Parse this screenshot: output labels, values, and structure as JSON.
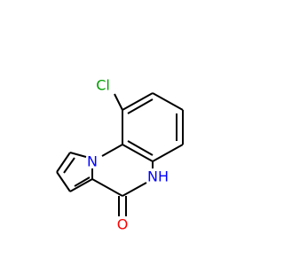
{
  "molecule": {
    "atoms": {
      "chlorine": {
        "symbol": "Cl",
        "color": "#00a000"
      },
      "ring_nitrogen": {
        "symbol": "N",
        "color": "#0000ff"
      },
      "amide_nh": {
        "symbol": "N",
        "h_symbol": "H",
        "color": "#0000ff"
      },
      "carbonyl_oxygen": {
        "symbol": "O",
        "color": "#ff0000"
      }
    },
    "bond_color": "#000000"
  }
}
